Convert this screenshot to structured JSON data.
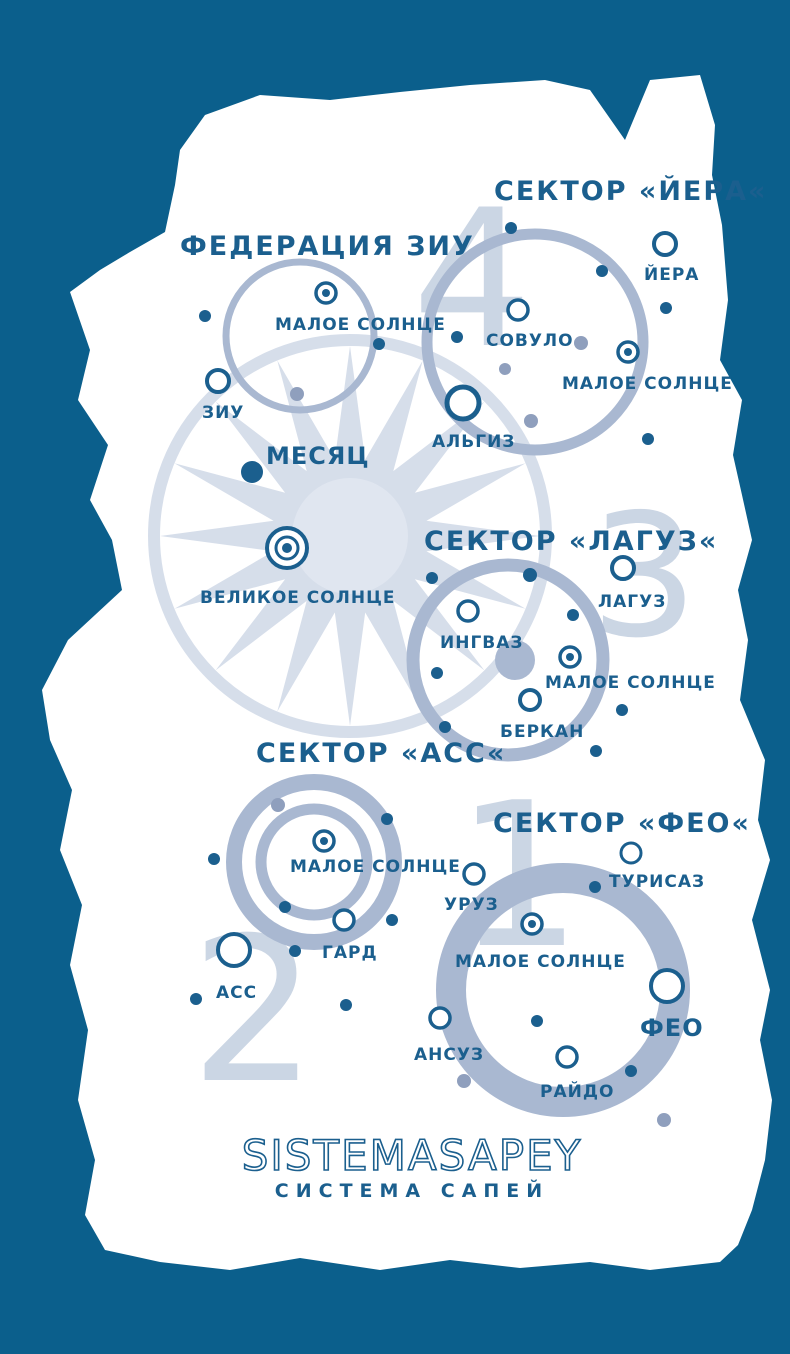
{
  "colors": {
    "background": "#0b5f8c",
    "paper": "#ffffff",
    "ink": "#1b5f8e",
    "ring": "#a9b8d1",
    "ring_light": "#c9d3e4",
    "grey_dot": "#8f9fbd"
  },
  "titles": {
    "federation_ziu": "ФЕДЕРАЦИЯ ЗИУ",
    "sector_yera": "СЕКТОР «ЙЕРА«",
    "sector_laguz": "СЕКТОР «ЛАГУЗ«",
    "sector_ass": "СЕКТОР «АСС«",
    "sector_feo": "СЕКТОР «ФЕО«"
  },
  "stars": {
    "maloe_solntse_ziu": "МАЛОЕ СОЛНЦЕ",
    "ziu": "ЗИУ",
    "mesyats": "МЕСЯЦ",
    "velikoe_solntse": "ВЕЛИКОЕ СОЛНЦЕ",
    "algiz": "АЛЬГИЗ",
    "yera": "ЙЕРА",
    "sovulo": "СОВУЛО",
    "maloe_solntse_yera": "МАЛОЕ СОЛНЦЕ",
    "laguz": "ЛАГУЗ",
    "ingvaz": "ИНГВАЗ",
    "maloe_solntse_laguz": "МАЛОЕ СОЛНЦЕ",
    "berkan": "БЕРКАН",
    "maloe_solntse_ass": "МАЛОЕ СОЛНЦЕ",
    "gard": "ГАРД",
    "ass": "АСС",
    "turisaz": "ТУРИСАЗ",
    "uruz": "УРУЗ",
    "maloe_solntse_feo": "МАЛОЕ СОЛНЦЕ",
    "feo": "ФЕО",
    "ansuz": "АНСУЗ",
    "raido": "РАЙДО"
  },
  "sector_numbers": [
    "4",
    "3",
    "1",
    "2"
  ],
  "logo": {
    "wordmark": "SISTEMASAPEY",
    "subtitle": "СИСТЕМА САПЕЙ"
  }
}
